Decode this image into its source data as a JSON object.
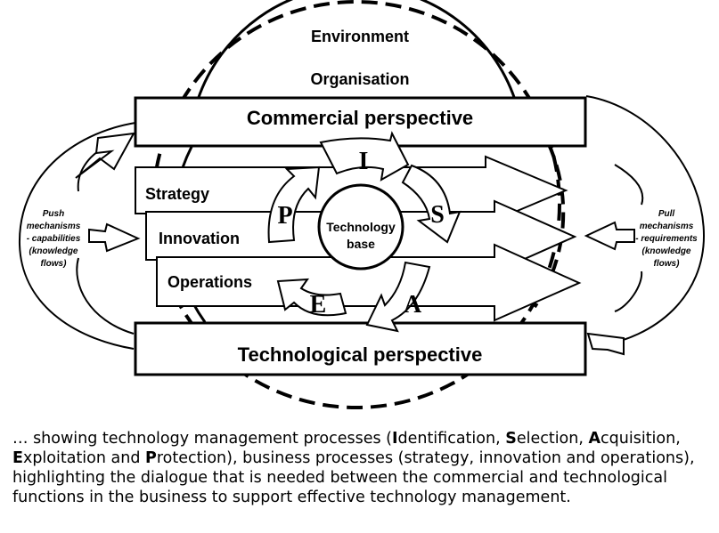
{
  "diagram": {
    "environment": "Environment",
    "organisation": "Organisation",
    "commercial": "Commercial perspective",
    "technological": "Technological perspective",
    "processes": {
      "strategy": "Strategy",
      "innovation": "Innovation",
      "operations": "Operations"
    },
    "core": {
      "line1": "Technology",
      "line2": "base"
    },
    "tm_letters": {
      "i": "I",
      "s": "S",
      "a": "A",
      "e": "E",
      "p": "P"
    },
    "push": [
      "Push",
      "mechanisms",
      "- capabilities",
      "(knowledge",
      "flows)"
    ],
    "pull": [
      "Pull",
      "mechanisms",
      "- requirements",
      "(knowledge",
      "flows)"
    ]
  },
  "caption": {
    "p1": "… showing technology management processes (",
    "i_bold": "I",
    "i_rest": "dentification, ",
    "s_bold": "S",
    "s_rest": "election, ",
    "a_bold": "A",
    "a_rest": "cquisition, ",
    "e_bold": "E",
    "e_rest": "xploitation and ",
    "p_bold": "P",
    "p_rest": "rotection), business processes (strategy, innovation and operations), highlighting the dialogue that is needed between the commercial and technological functions in the business to support effective technology management."
  }
}
